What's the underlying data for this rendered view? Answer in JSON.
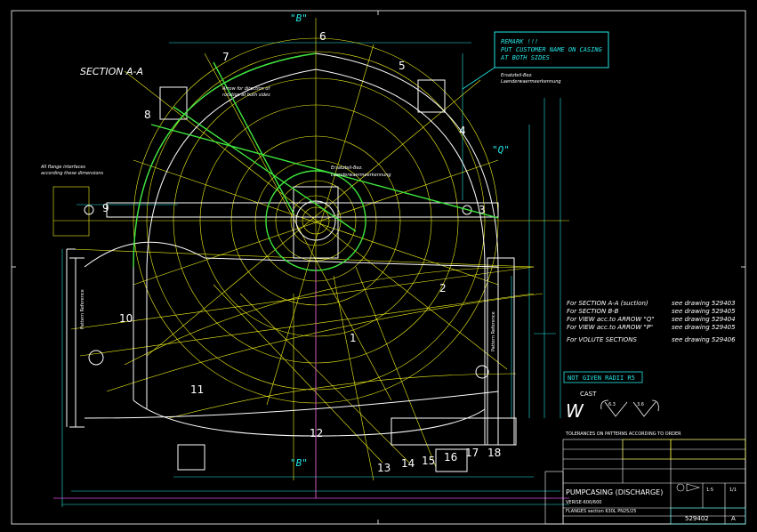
{
  "title": {
    "section": "SECTION A-A",
    "view_b_top": "\"B\"",
    "view_b_bottom": "\"B\"",
    "view_q": "\"Q\""
  },
  "remark": {
    "line1": "REMARK !!!",
    "line2": "PUT CUSTOMER NAME ON CASING",
    "line3": "AT BOTH SIDES",
    "note1": "Ersatzteil-Bez.",
    "note2": "Laenderwaermeerkennung"
  },
  "notes": {
    "arrow_rotation_1": "Arrow for direction of",
    "arrow_rotation_2": "rotation at both sides",
    "flange_1": "All flange interfaces",
    "flange_2": "according these dimensions",
    "center_1": "Ersatzteil-Bez.",
    "center_2": "Laenderwaermeerkennung",
    "pattern_left": "Pattern Reference",
    "pattern_right": "Pattern Reference"
  },
  "callouts": [
    "1",
    "2",
    "3",
    "4",
    "5",
    "6",
    "7",
    "8",
    "9",
    "10",
    "11",
    "12",
    "13",
    "14",
    "15",
    "16",
    "17",
    "18"
  ],
  "references": [
    {
      "label": "For SECTION A-A (suction)",
      "drawing": "see drawing 529403"
    },
    {
      "label": "For SECTION B-B",
      "drawing": "see drawing 529405"
    },
    {
      "label": "For VIEW acc.to ARROW \"Q\"",
      "drawing": "see drawing 529404"
    },
    {
      "label": "For VIEW acc.to ARROW \"P\"",
      "drawing": "see drawing 529405"
    },
    {
      "label": "For VOLUTE SECTIONS",
      "drawing": "see drawing 529406"
    }
  ],
  "radii_box": "NOT GIVEN RADII R5",
  "surface": {
    "label": "CAST",
    "mark": "W",
    "v1": "6.3",
    "v2": "3.6"
  },
  "tolerances": "TOLERANCES ON PATTERNS ACCORDING TO ORDER",
  "title_block": {
    "part_name": "PUMPCASING (DISCHARGE)",
    "code": "VERISE-600/600",
    "flange": "FLANGES section 630L PN25/25",
    "sheet": "1/1",
    "scale": "1:5",
    "drawing_no": "529402",
    "rev": "A"
  },
  "colors": {
    "background": "#000000",
    "outline": "#ffffff",
    "construction": "#f2f21a",
    "bright": "#3ee63e",
    "dimension": "#25e6e6",
    "accent": "#e24de2"
  }
}
